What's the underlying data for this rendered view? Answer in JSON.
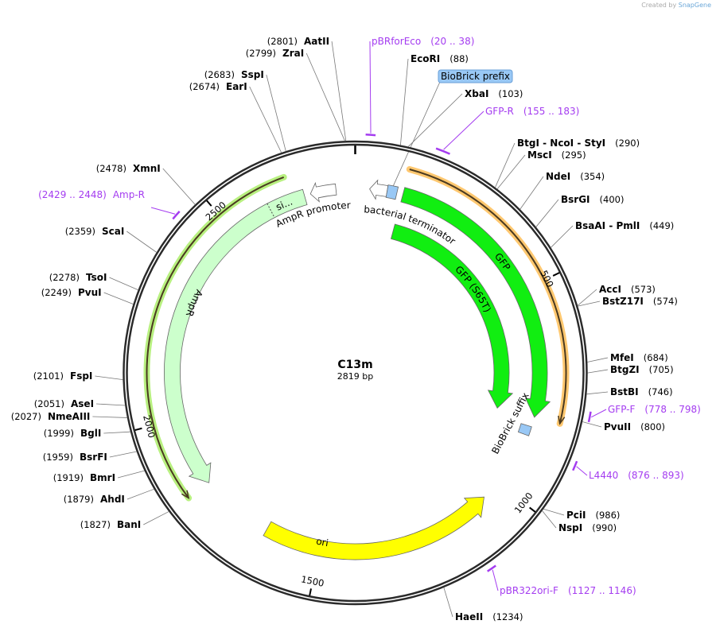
{
  "plasmid": {
    "name": "C13m",
    "length_label": "2819 bp",
    "length": 2819
  },
  "watermark": {
    "prefix": "Created by",
    "brand": "SnapGene"
  },
  "ticks": [
    "500",
    "1000",
    "1500",
    "2000",
    "2500"
  ],
  "enzymes": [
    {
      "name": "EcoRI",
      "position": "(88)"
    },
    {
      "name": "XbaI",
      "position": "(103)"
    },
    {
      "name": "BtgI - NcoI - StyI",
      "position": "(290)"
    },
    {
      "name": "MscI",
      "position": "(295)"
    },
    {
      "name": "NdeI",
      "position": "(354)"
    },
    {
      "name": "BsrGI",
      "position": "(400)"
    },
    {
      "name": "BsaAI - PmlI",
      "position": "(449)"
    },
    {
      "name": "AccI",
      "position": "(573)"
    },
    {
      "name": "BstZ17I",
      "position": "(574)"
    },
    {
      "name": "MfeI",
      "position": "(684)"
    },
    {
      "name": "BtgZI",
      "position": "(705)"
    },
    {
      "name": "BstBI",
      "position": "(746)"
    },
    {
      "name": "PvuII",
      "position": "(800)"
    },
    {
      "name": "PciI",
      "position": "(986)"
    },
    {
      "name": "NspI",
      "position": "(990)"
    },
    {
      "name": "HaeII",
      "position": "(1234)"
    },
    {
      "name": "AatII",
      "position": "(2801)"
    },
    {
      "name": "ZraI",
      "position": "(2799)"
    },
    {
      "name": "SspI",
      "position": "(2683)"
    },
    {
      "name": "EarI",
      "position": "(2674)"
    },
    {
      "name": "XmnI",
      "position": "(2478)"
    },
    {
      "name": "ScaI",
      "position": "(2359)"
    },
    {
      "name": "TsoI",
      "position": "(2278)"
    },
    {
      "name": "PvuI",
      "position": "(2249)"
    },
    {
      "name": "FspI",
      "position": "(2101)"
    },
    {
      "name": "AseI",
      "position": "(2051)"
    },
    {
      "name": "NmeAIII",
      "position": "(2027)"
    },
    {
      "name": "BglI",
      "position": "(1999)"
    },
    {
      "name": "BsrFI",
      "position": "(1959)"
    },
    {
      "name": "BmrI",
      "position": "(1919)"
    },
    {
      "name": "AhdI",
      "position": "(1879)"
    },
    {
      "name": "BanI",
      "position": "(1827)"
    }
  ],
  "primers": [
    {
      "name": "pBRforEco",
      "range": "(20 .. 38)",
      "start": 20,
      "end": 38
    },
    {
      "name": "GFP-R",
      "range": "(155 .. 183)",
      "start": 155,
      "end": 183
    },
    {
      "name": "GFP-F",
      "range": "(778 .. 798)",
      "start": 778,
      "end": 798
    },
    {
      "name": "L4440",
      "range": "(876 .. 893)",
      "start": 876,
      "end": 893
    },
    {
      "name": "pBR322ori-F",
      "range": "(1127 .. 1146)",
      "start": 1127,
      "end": 1146
    },
    {
      "name": "Amp-R",
      "range": "(2429 .. 2448)",
      "start": 2429,
      "end": 2448
    }
  ],
  "features": {
    "gfp_orf": {
      "start": 117,
      "end": 814,
      "color": "#ffc870"
    },
    "gfp": {
      "label": "GFP",
      "start": 117,
      "end": 814,
      "color": "#11ee11"
    },
    "gfp_s65t": {
      "label": "GFP (S65T)",
      "start": 117,
      "end": 814,
      "color": "#11ee11"
    },
    "bacterial_terminator": {
      "label": "bacterial terminator",
      "start": 35,
      "end": 78,
      "color": "#ffffff"
    },
    "biobrick_prefix": {
      "label": "BioBrick prefix",
      "start": 78,
      "end": 102,
      "color": "#99c8f5"
    },
    "biobrick_suffix": {
      "label": "BioBrick suffix",
      "start": 838,
      "end": 861,
      "color": "#99c8f5"
    },
    "ampr_orf": {
      "start": 1825,
      "end": 2662,
      "color": "#b8f080"
    },
    "ampr": {
      "label": "AmpR",
      "start": 1825,
      "end": 2694,
      "color": "#ccffcc"
    },
    "ampr_signal": {
      "label": "si...",
      "start": 2604,
      "end": 2694
    },
    "ampr_promoter": {
      "label": "AmpR promoter",
      "start": 2709,
      "end": 2772,
      "color": "#ffffff"
    },
    "ori": {
      "label": "ori",
      "start": 1049,
      "end": 1640,
      "color": "#ffff00"
    }
  },
  "colors": {
    "primer": "#a43cf0",
    "backbone": "#2a2a2a"
  }
}
